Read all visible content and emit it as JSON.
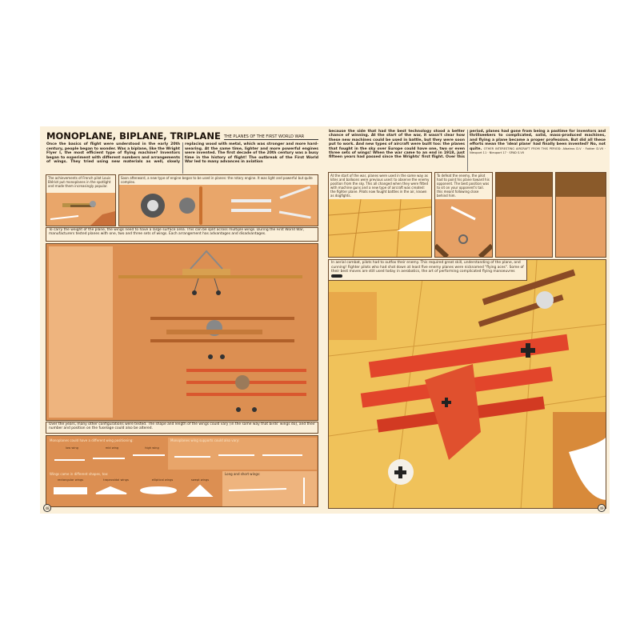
{
  "left_page": {
    "title": "MONOPLANE, BIPLANE, TRIPLANE",
    "subtitle": "THE PLANES OF THE FIRST WORLD WAR",
    "intro": "Once the basics of flight were understood in the early 20th century, people began to wonder. Was a biplane, like the Wright Flyer I, the most efficient type of flying machine? Inventors began to experiment with different numbers and arrangements of wings. They tried using new materials as well, slowly replacing wood with metal, which was stronger and more hard-wearing. At the same time, lighter and more powerful engines were invented. The first decade of the 20th century was a busy time in the history of flight! The outbreak of the First World War led to many advances in aviation",
    "bleriot_caption": "The achievements of French pilot Louis Blériot put monoplanes in the spotlight and made them increasingly popular.",
    "rotary_caption": "Soon afterward, a new type of engine began to be used in planes: the rotary engine. It was light and powerful but quite complex.",
    "wings_text": "To carry the weight of the plane, the wings need to have a large surface area. This can be split across multiple wings. During the First World War, manufacturers tested planes with one, two and three sets of wings. Each arrangement has advantages and disadvantages.",
    "config_text": "Over the years, many other configurations were tested. The shape and length of the wings could vary (in the same way that birds' wings do), and their number and position on the fuselage could also be altered.",
    "wing_position": {
      "heading": "Monoplanes could have a different wing positioning:",
      "items": [
        "low wing",
        "mid wing",
        "high wing"
      ]
    },
    "wing_supports": {
      "heading": "Monoplanes wing supports could also vary:"
    },
    "wing_shapes": {
      "heading": "Wings came in different shapes, too:",
      "items": [
        "rectangular wings",
        "trapezoidal wings",
        "elliptical wings",
        "swept wings"
      ]
    },
    "wing_length": {
      "heading": "Long and short wings:"
    },
    "page_number": "48"
  },
  "right_page": {
    "intro": "because the side that had the best technology stood a better chance of winning. At the start of the war, it wasn't clear how these new machines could be used in battle, but they were soon put to work. And new types of aircraft were built too: the planes that fought in the sky over Europe could have one, two or even three sets of wings! When the war came to an end in 1918, just fifteen years had passed since the Wrights' first flight. Over this period, planes had gone from being a pastime for inventors and thrillseekers to complicated, solid, mass-produced machines, and flying a plane became a proper profession. But did all these efforts mean the 'ideal plane' had finally been invented? No, not quite.",
    "other_aircraft": "OTHER INTERESTING AIRCRAFT FROM THIS PERIOD: Albatros D.V · Fokker D.VII · Nieuport 11 · Nieuport 17 · SPAD S.VII",
    "panel1_caption": "At the start of the war, planes were used in the same way as kites and balloons were previous used: to observe the enemy position from the sky. This all changed when they were fitted with machine guns and a new type of aircraft was created: the fighter plane. Pilots now fought battles in the air, known as dogfights.",
    "panel2_caption": "To defeat the enemy, the pilot had to point his plane toward his opponent. The best position was to sit on your opponent's tail. this meant following close behind him.",
    "combat_caption": "In aerial combat, pilots had to outfox their enemy. This required great skill, understanding of the plane, and cunning! Fighter pilots who had shot down at least five enemy planes were nicknamed \"flying aces\". Some of their best moves are still used today in aerobatics, the art of performing complicated flying manoeuvres",
    "page_number": "49"
  },
  "colors": {
    "paper": "#fbf0da",
    "orange": "#e9a66a",
    "triplane_red": "#e2452b",
    "sky_yellow": "#f0c25a"
  }
}
